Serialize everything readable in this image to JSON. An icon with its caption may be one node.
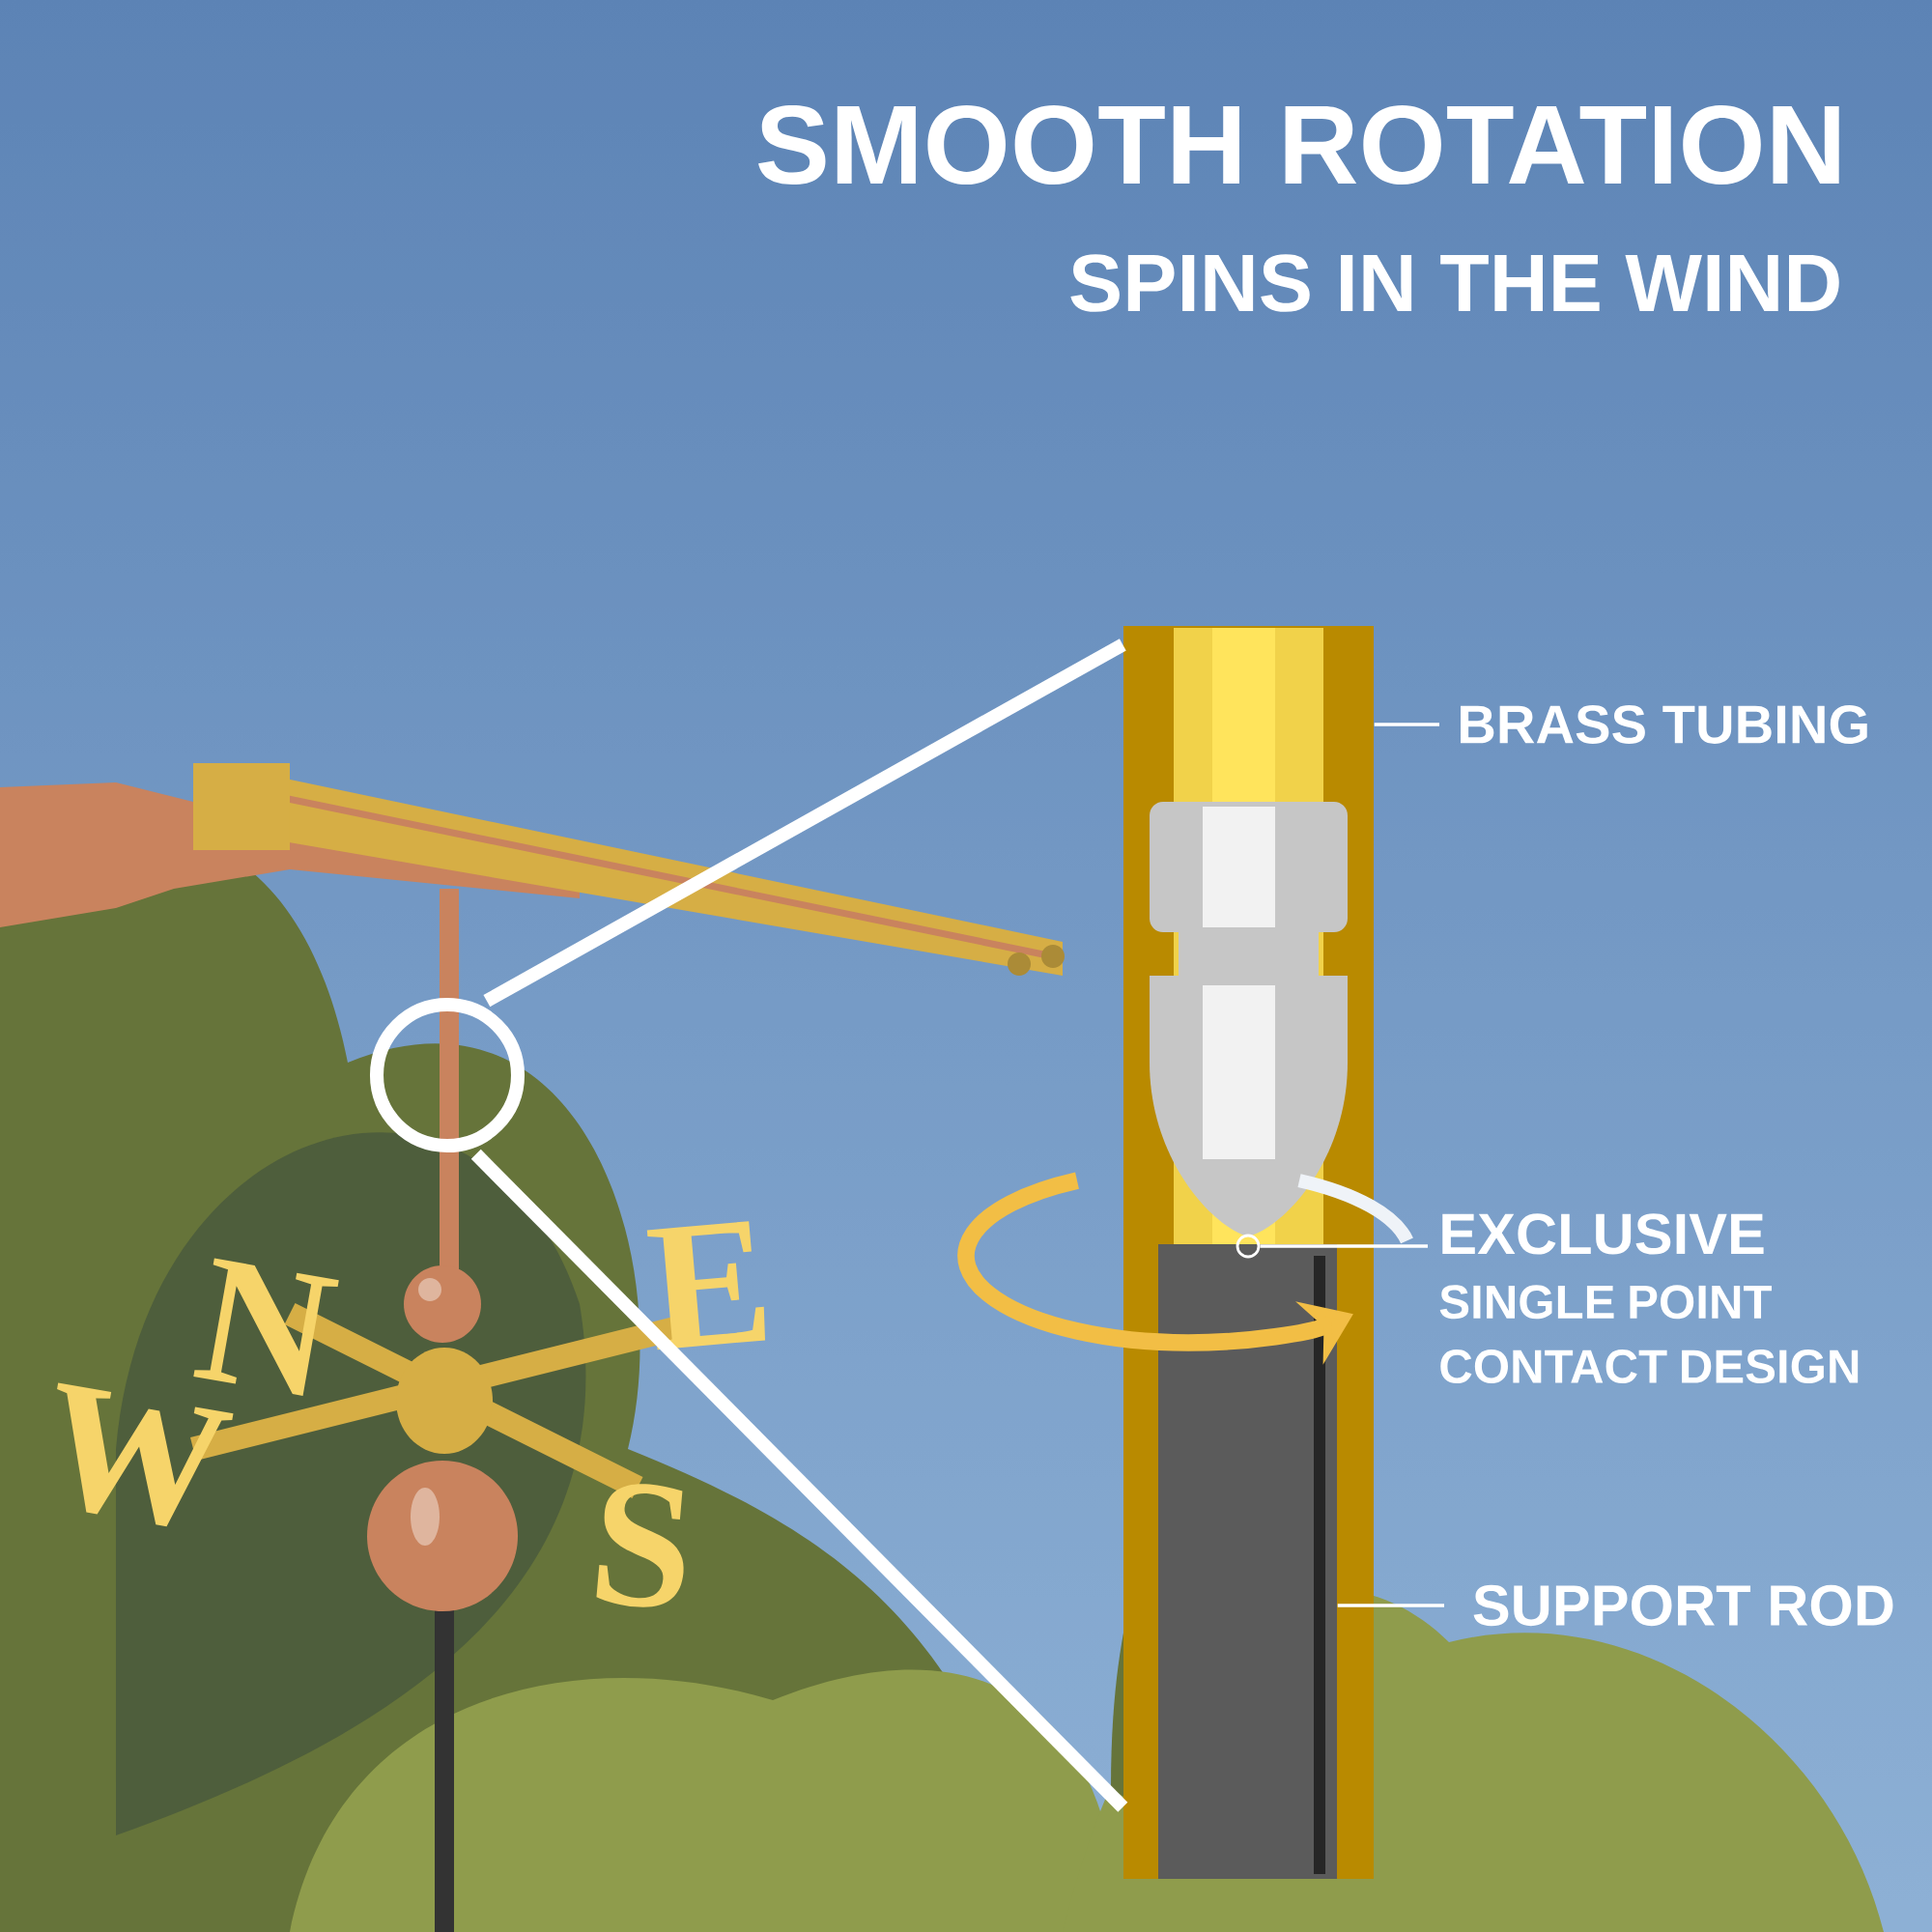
{
  "diagram": {
    "title": "SMOOTH ROTATION",
    "nodes": [
      {
        "text": [
          "BRASS TUBING"
        ]
      },
      {
        "text": [],
        "shape": "picture"
      },
      {
        "text": [
          "EXCLUSIVE",
          "SINGLE POINT CONTACT DESIGN"
        ]
      },
      {
        "text": [],
        "shape": "circle",
        "in": 1
      },
      {
        "text": [
          "SUPPORT ROD"
        ]
      },
      {
        "text": [],
        "shape": "bar",
        "in": 1
      },
      {
        "text": [],
        "shape": "circle"
      }
    ],
    "edges": [
      {
        "from": 0,
        "to": 1,
        "arrow": "none"
      },
      {
        "from": 2,
        "to": 3,
        "arrow": "none"
      },
      {
        "from": 4,
        "to": 5,
        "arrow": "none"
      },
      {
        "from": 6,
        "to": 1,
        "arrow": "none",
        "style": "thick"
      },
      {
        "from": 6,
        "to": 1,
        "arrow": "none",
        "style": "thick"
      }
    ],
    "labels": [
      "SPINS IN THE WIND",
      "N",
      "E",
      "W",
      "S"
    ]
  }
}
